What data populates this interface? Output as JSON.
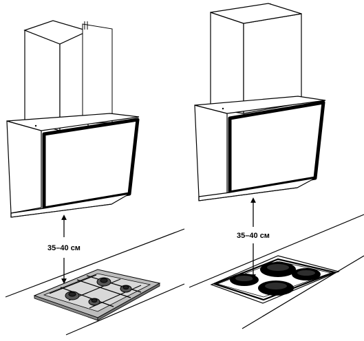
{
  "figure": {
    "left_panel": {
      "clearance_label": "35–40 см",
      "cooktop": "gas-hob"
    },
    "right_panel": {
      "clearance_label": "35–40 см",
      "cooktop": "electric-hob"
    }
  }
}
